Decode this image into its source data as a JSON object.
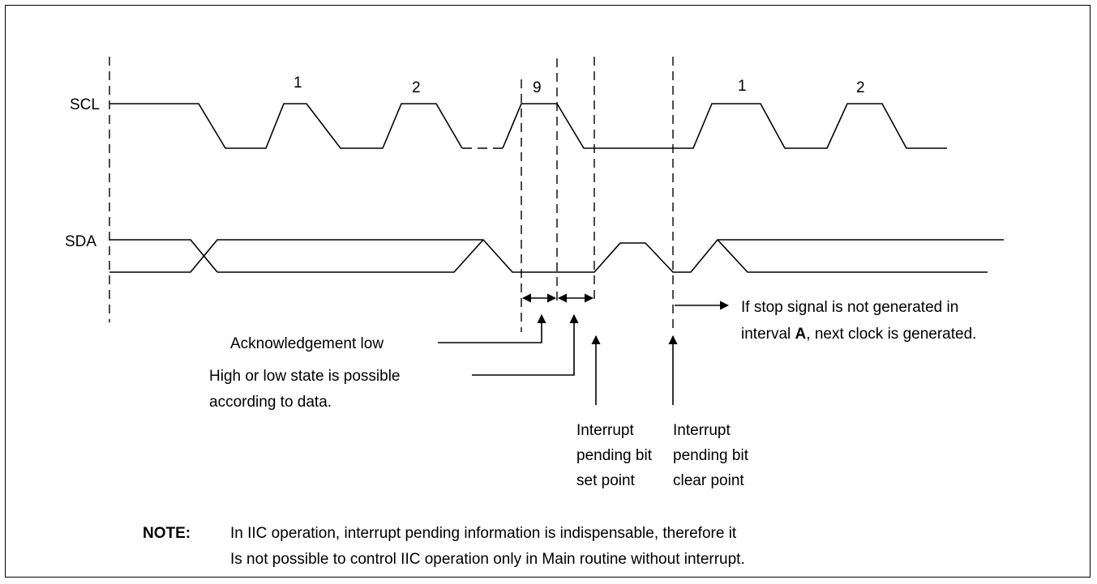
{
  "signals": {
    "scl": "SCL",
    "sda": "SDA"
  },
  "clock_numbers": {
    "first_1": "1",
    "first_2": "2",
    "ninth": "9",
    "second_1": "1",
    "second_2": "2"
  },
  "callouts": {
    "ack_low": "Acknowledgement low",
    "high_low_line1": "High or low state is possible",
    "high_low_line2": "according to data.",
    "set_line1": "Interrupt",
    "set_line2": "pending bit",
    "set_line3": "set point",
    "clear_line1": "Interrupt",
    "clear_line2": "pending bit",
    "clear_line3": "clear point",
    "stop_line1": "If stop signal is not generated in",
    "stop_line2_pre": "interval ",
    "stop_line2_key": "A",
    "stop_line2_post": ", next clock is generated."
  },
  "note": {
    "label": "NOTE:",
    "line1": "In IIC operation, interrupt pending information is indispensable, therefore it",
    "line2": "Is not possible to control IIC operation only in Main routine without interrupt."
  }
}
